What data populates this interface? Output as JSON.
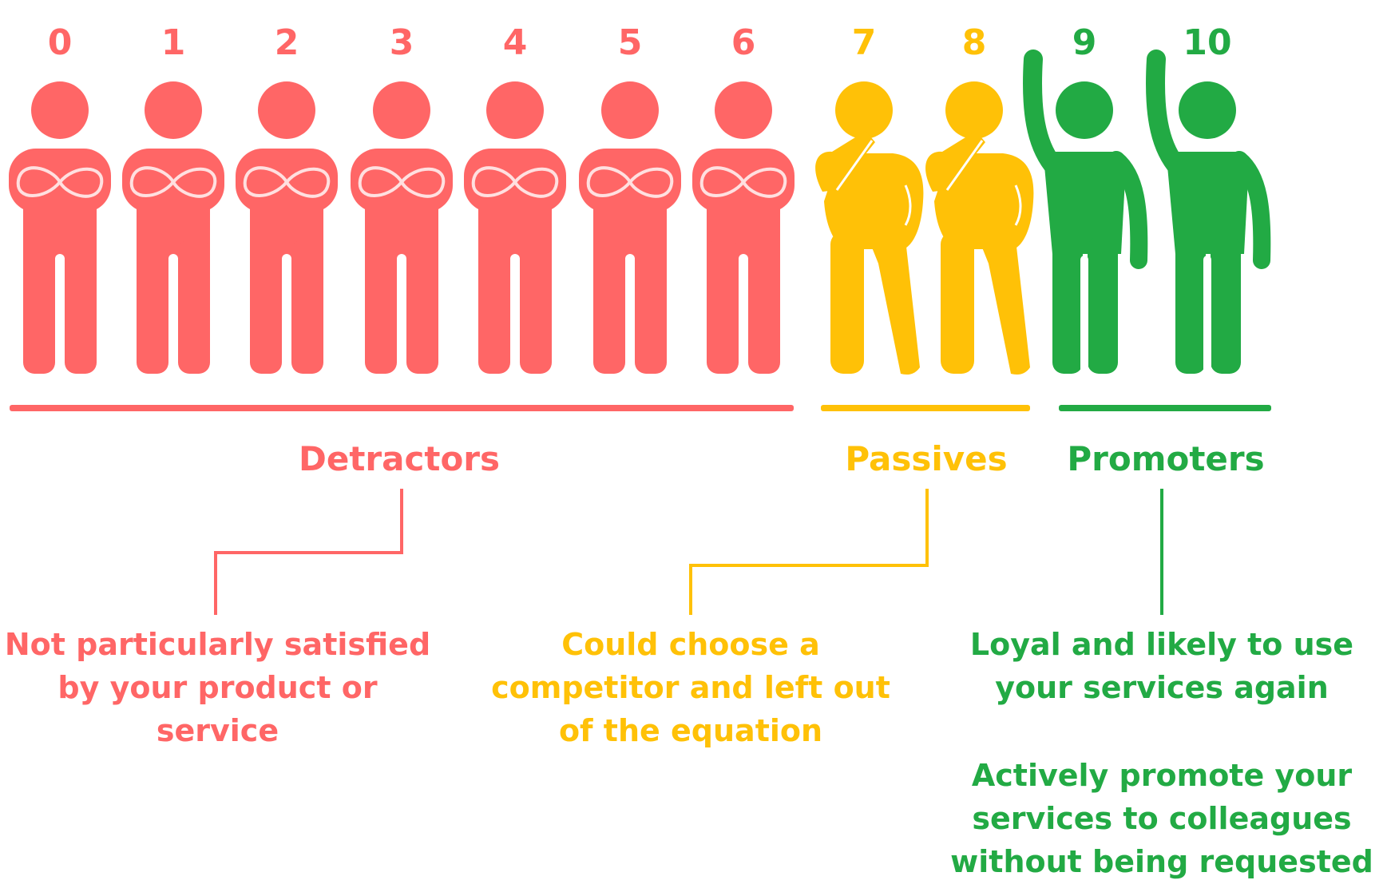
{
  "colors": {
    "detractor": "#ff6666",
    "passive": "#ffc107",
    "promoter": "#22aa44"
  },
  "scale": [
    {
      "score": "0",
      "group": "detractor",
      "figure": "arms-crossed-person-icon"
    },
    {
      "score": "1",
      "group": "detractor",
      "figure": "arms-crossed-person-icon"
    },
    {
      "score": "2",
      "group": "detractor",
      "figure": "arms-crossed-person-icon"
    },
    {
      "score": "3",
      "group": "detractor",
      "figure": "arms-crossed-person-icon"
    },
    {
      "score": "4",
      "group": "detractor",
      "figure": "arms-crossed-person-icon"
    },
    {
      "score": "5",
      "group": "detractor",
      "figure": "arms-crossed-person-icon"
    },
    {
      "score": "6",
      "group": "detractor",
      "figure": "arms-crossed-person-icon"
    },
    {
      "score": "7",
      "group": "passive",
      "figure": "thinking-person-icon"
    },
    {
      "score": "8",
      "group": "passive",
      "figure": "thinking-person-icon"
    },
    {
      "score": "9",
      "group": "promoter",
      "figure": "hand-raised-person-icon"
    },
    {
      "score": "10",
      "group": "promoter",
      "figure": "hand-raised-person-icon"
    }
  ],
  "groups": {
    "detractors": {
      "label": "Detractors",
      "description": [
        "Not particularly satisfied",
        "by your product or",
        "service"
      ]
    },
    "passives": {
      "label": "Passives",
      "description": [
        "Could choose a",
        "competitor and left out",
        "of the equation"
      ]
    },
    "promoters": {
      "label": "Promoters",
      "description": [
        "Loyal and likely to use",
        "your services again"
      ],
      "description2": [
        "Actively promote your",
        "services to colleagues",
        "without being requested"
      ]
    }
  }
}
